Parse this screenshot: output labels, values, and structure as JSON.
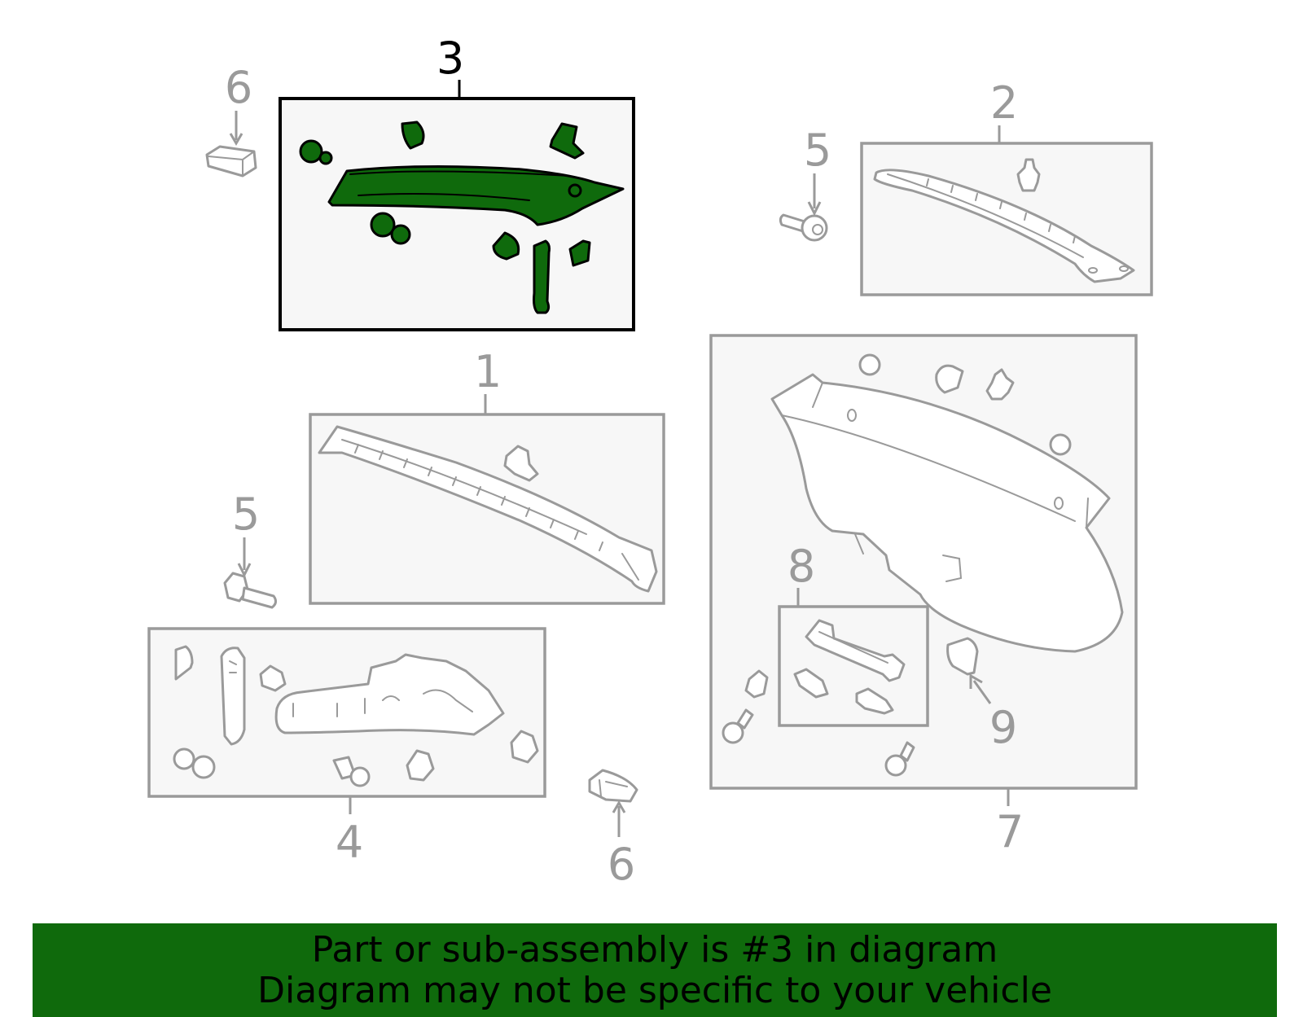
{
  "callouts": {
    "c1": "1",
    "c2": "2",
    "c3": "3",
    "c4": "4",
    "c5a": "5",
    "c5b": "5",
    "c6a": "6",
    "c6b": "6",
    "c7": "7",
    "c8": "8",
    "c9": "9"
  },
  "highlighted_part": "3",
  "banner": {
    "line1": "Part or sub-assembly is #3 in diagram",
    "line2": "Diagram may not be specific to your vehicle"
  },
  "colors": {
    "highlight": "#0f6a0c",
    "line": "#9a9a9a",
    "box_fill": "#f7f7f7"
  }
}
